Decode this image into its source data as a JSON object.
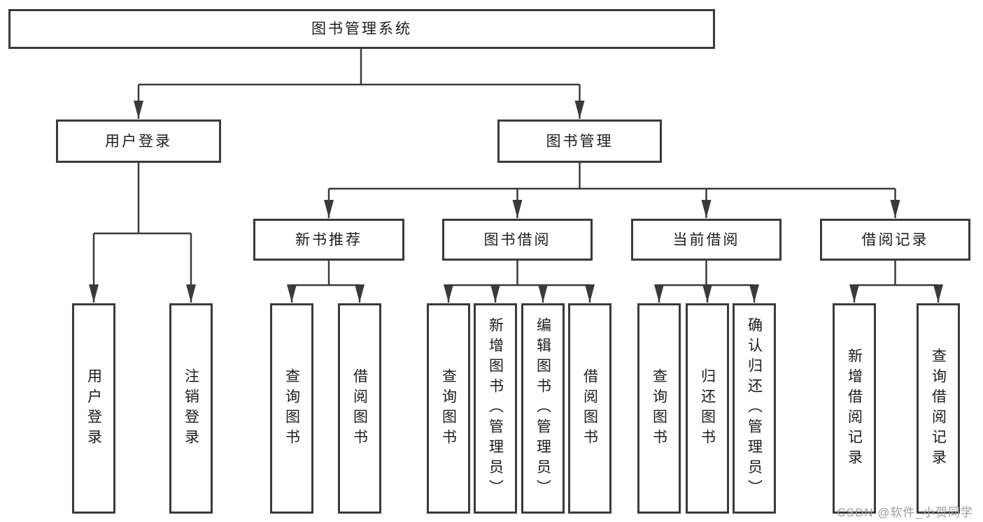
{
  "diagram": {
    "type": "tree-structure-diagram",
    "nodes": {
      "root": {
        "label": "图书管理系统"
      },
      "user_login": {
        "label": "用户登录"
      },
      "book_mgmt": {
        "label": "图书管理"
      },
      "new_book_rec": {
        "label": "新书推荐"
      },
      "book_borrow": {
        "label": "图书借阅"
      },
      "current_borrow": {
        "label": "当前借阅"
      },
      "borrow_records": {
        "label": "借阅记录"
      },
      "leaf_user_login": {
        "label": "用户登录"
      },
      "leaf_logout": {
        "label": "注销登录"
      },
      "leaf_query_book_1": {
        "label": "查询图书"
      },
      "leaf_borrow_book_1": {
        "label": "借阅图书"
      },
      "leaf_query_book_2": {
        "label": "查询图书"
      },
      "leaf_add_book": {
        "label": "新增图书（管理员）"
      },
      "leaf_edit_book": {
        "label": "编辑图书（管理员）"
      },
      "leaf_borrow_book_2": {
        "label": "借阅图书"
      },
      "leaf_query_book_3": {
        "label": "查询图书"
      },
      "leaf_return_book": {
        "label": "归还图书"
      },
      "leaf_confirm_return": {
        "label": "确认归还（管理员）"
      },
      "leaf_add_record": {
        "label": "新增借阅记录"
      },
      "leaf_query_record": {
        "label": "查询借阅记录"
      }
    },
    "hierarchy": {
      "图书管理系统": {
        "用户登录": [
          "用户登录",
          "注销登录"
        ],
        "图书管理": {
          "新书推荐": [
            "查询图书",
            "借阅图书"
          ],
          "图书借阅": [
            "查询图书",
            "新增图书（管理员）",
            "编辑图书（管理员）",
            "借阅图书"
          ],
          "当前借阅": [
            "查询图书",
            "归还图书",
            "确认归还（管理员）"
          ],
          "借阅记录": [
            "新增借阅记录",
            "查询借阅记录"
          ]
        }
      }
    },
    "colors": {
      "line": "#3a3a3a",
      "box_border": "#3a3a3a",
      "text": "#1c1c1c",
      "background": "#ffffff",
      "watermark": "#9c9c9c"
    }
  },
  "watermark": {
    "text": "CSDN @软件_小贺同学"
  }
}
